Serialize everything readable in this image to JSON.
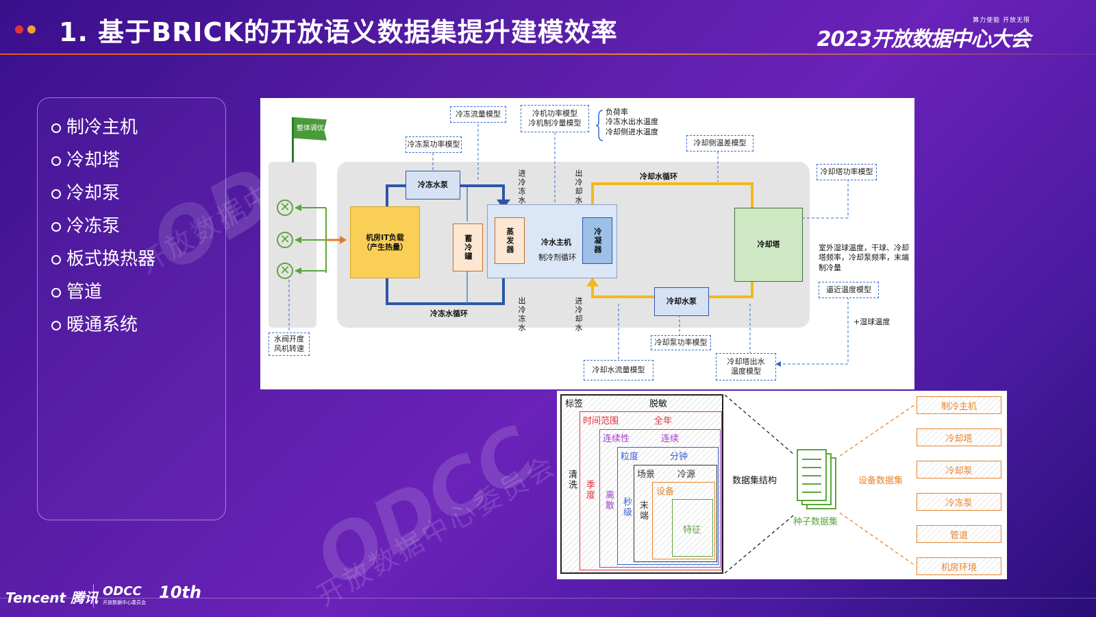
{
  "slide": {
    "title": "1. 基于BRICK的开放语义数据集提升建模效率",
    "brand_tagline": "算力使能  开放无限",
    "brand_name": "2023开放数据中心大会",
    "watermark_logo": "ODCC",
    "watermark_text": "开放数据中心委员会",
    "colors": {
      "accent_orange": "#e8832a",
      "dot_red": "#e4343c",
      "dot_orange": "#f0a030",
      "blue_line": "#2c55a8",
      "yellow_line": "#f2b81c",
      "green_line": "#5aa53a",
      "dashed_blue": "#2f6ad0"
    }
  },
  "left_list": {
    "items": [
      "制冷主机",
      "冷却塔",
      "冷却泵",
      "冷冻泵",
      "板式换热器",
      "管道",
      "暖通系统"
    ]
  },
  "diagram": {
    "flag_label": "整体调优",
    "valve_label": "水阀开度\n风机转速",
    "it_load": "机房IT负载\n（产生热量）",
    "storage_tank": "蓄冷罐",
    "evaporator": "蒸发器",
    "chiller": "冷水主机",
    "refrigerant_loop": "制冷剂循环",
    "condenser": "冷凝器",
    "cooling_tower": "冷却塔",
    "chilled_pump": "冷冻水泵",
    "cooling_pump": "冷却水泵",
    "chilled_loop": "冷冻水循环",
    "cooling_loop": "冷却水循环",
    "chilled_in": "进冷冻水",
    "chilled_out": "出冷冻水",
    "cooling_out": "出冷却水",
    "cooling_in": "进冷却水",
    "models": {
      "chilled_flow": "冷冻流量模型",
      "chilled_pump_power": "冷冻泵功率模型",
      "chiller_power": "冷机功率模型\n冷机制冷量模型",
      "chiller_inputs": "负荷率\n冷冻水出水温度\n冷却侧进水温度",
      "cooling_temp_diff": "冷却侧温差模型",
      "tower_power": "冷却塔功率模型",
      "tower_inputs": "室外湿球温度，干球、冷却塔频率，冷却泵频率，末端制冷量",
      "approach_temp": "逼近温度模型",
      "wet_bulb": "+湿球温度",
      "cooling_pump_power": "冷却泵功率模型",
      "cooling_flow": "冷却水流量模型",
      "tower_outlet": "冷却塔出水\n温度模型"
    }
  },
  "dataset": {
    "label_tag": "标签",
    "label_desens": "脱敏",
    "label_clean": "清洗",
    "layers": [
      {
        "k": "时间范围",
        "v": "全年",
        "side": "季度",
        "color": "#e0303a"
      },
      {
        "k": "连续性",
        "v": "连续",
        "side": "离散",
        "color": "#a040c8"
      },
      {
        "k": "粒度",
        "v": "分钟",
        "side": "秒级",
        "color": "#3a60d0"
      },
      {
        "k": "场景",
        "v": "冷源",
        "side": "末端",
        "color": "#333333"
      },
      {
        "k": "设备",
        "v": "",
        "side": "",
        "color": "#e8832a"
      },
      {
        "k": "特征",
        "v": "",
        "side": "",
        "color": "#5aa53a"
      }
    ],
    "structure_label": "数据集结构",
    "seed_label": "种子数据集",
    "device_dataset_label": "设备数据集",
    "devices": [
      "制冷主机",
      "冷却塔",
      "冷却泵",
      "冷冻泵",
      "管道",
      "机房环境"
    ]
  },
  "footer": {
    "tencent": "Tencent",
    "tencent_cn": "腾讯",
    "odcc": "ODCC",
    "odcc_sub": "开放数据中心委员会",
    "anniversary": "10th"
  }
}
